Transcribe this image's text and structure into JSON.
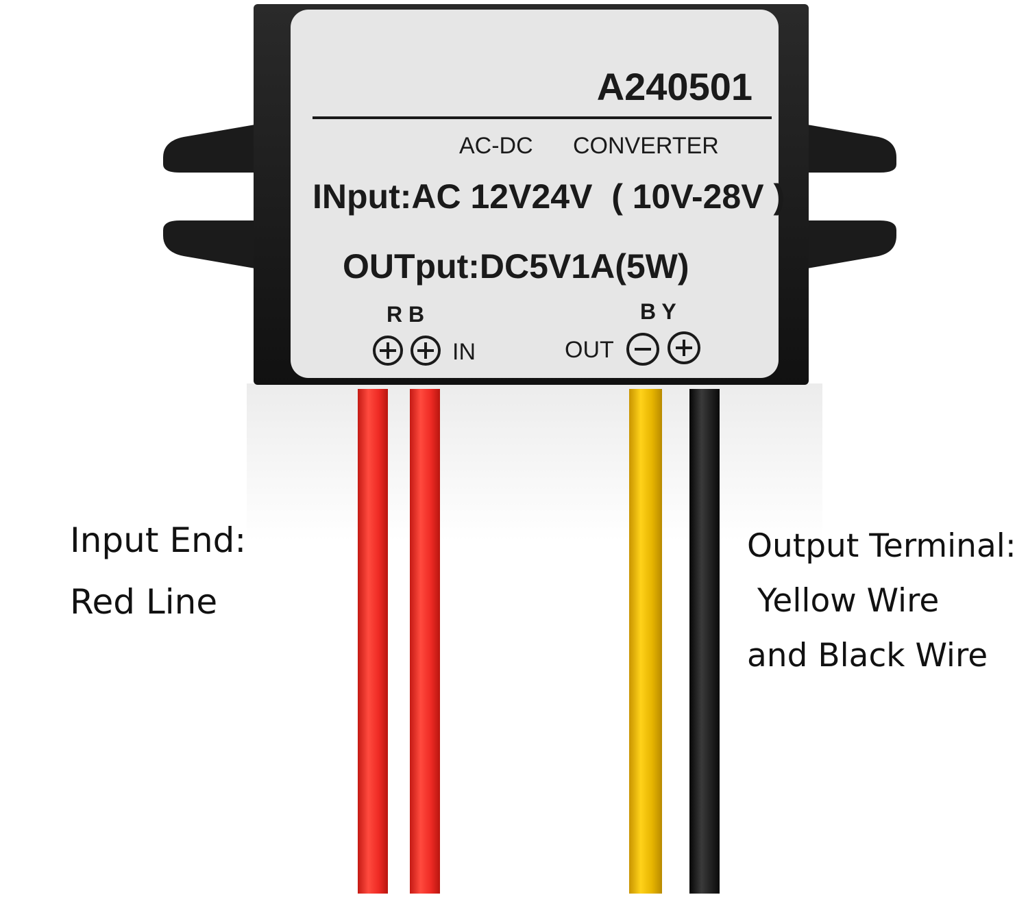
{
  "module": {
    "model": "A240501",
    "type": "AC-DC",
    "name": "CONVERTER",
    "input_spec": "INput:AC 12V24V  ( 10V-28V )",
    "output_spec": "OUTput:DC5V1A(5W)",
    "input_wire_letters": "R B",
    "output_wire_letters": "B Y",
    "input_terminal_label": "IN",
    "output_terminal_label": "OUT",
    "input_polarity_icons": [
      "plus-icon",
      "plus-icon"
    ],
    "output_polarity_icons": [
      "minus-icon",
      "plus-icon"
    ]
  },
  "captions": {
    "input_line1": "Input End:",
    "input_line2": "Red Line",
    "output_line1": "Output Terminal:",
    "output_line2": " Yellow Wire",
    "output_line3": "and Black Wire"
  },
  "colors": {
    "housing": "#1b1b1b",
    "label": "#e6e6e6",
    "red_wire": "#ee2a24",
    "yellow_wire": "#e6b400",
    "black_wire": "#141414",
    "background": "#ffffff"
  }
}
